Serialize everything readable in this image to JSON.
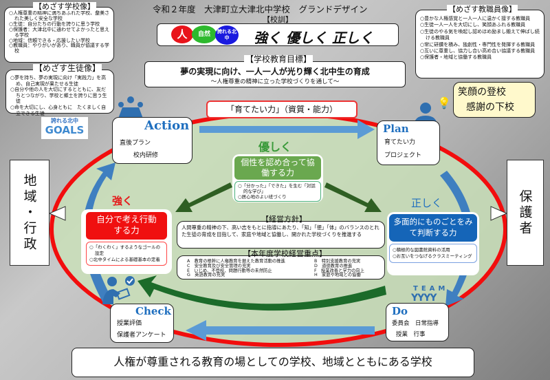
{
  "title": "令和２年度　大津町立大津北中学校　グランドデザイン",
  "school_image": {
    "label": "【めざす学校像】",
    "items": [
      "○人権尊重の精神に満ちあふれた学校、整美された美しく安全な学校",
      "○生徒：自分たちの行動を誇りに思う学校",
      "○保護者：大津北中に通わせてよかったと思える学校",
      "○地域：信頼できる・応援したい学校",
      "○教職員：やりがいがあり、職員が協議する学校"
    ]
  },
  "student_image": {
    "label": "【めざす生徒像】",
    "items": [
      "○夢を持ち、夢の実現に向け「実践力」を高め、自己実現が果たせる生徒",
      "○自分や他の人を大切にするとともに、友だちとつながり、学校と郷土を誇りに思う生徒",
      "○命を大切にし、心身ともに　たくましく自立できる生徒"
    ]
  },
  "teacher_image": {
    "label": "【めざす教職員像】",
    "items": [
      "○豊かな人権感覚と一人一人に温かく接する教職員",
      "○生徒一人一人を大切にし、笑顔あふれる教職員",
      "○生徒のやる気を喚起し認めほめ励まし鍛えて伸ばし続ける教職員",
      "○常に研鑽を積み、独創性・専門性を発揮する教職員",
      "○互いに尊重し、協力し合い高め合い協議する教職員",
      "○保護者・地域と協働する教職員"
    ]
  },
  "motto": {
    "label": "【校訓】",
    "circles": [
      "人",
      "自然",
      "誇れる北中"
    ],
    "text": "強く 優しく 正しく",
    "colors": [
      "#e8141b",
      "#2db92d",
      "#1a1adf"
    ]
  },
  "goal": {
    "label": "【学校教育目標】",
    "main": "夢の実現に向け、一人一人が光り輝く北中生の育成",
    "sub": "～人権尊重の精神に立った学校づくりを通して～"
  },
  "greeting": [
    "笑顔の登校",
    "感謝の下校"
  ],
  "ability_header": "「育てたい力」（資質・能力）",
  "goals_logo": {
    "top": "誇れる北中",
    "bottom": "GOALS"
  },
  "action": {
    "title": "Action",
    "items": [
      "直後プラン",
      "校内研修"
    ]
  },
  "plan": {
    "title": "Plan",
    "items": [
      "育てたい力",
      "プロジェクト"
    ]
  },
  "check": {
    "title": "Check",
    "items": [
      "授業評価",
      "保護者アンケート"
    ]
  },
  "do": {
    "title": "Do",
    "team": "TEAM",
    "items": [
      "委員会　日常指導",
      "授業　行事"
    ]
  },
  "left_side": "地域・行政",
  "right_side": "保護者",
  "kind": {
    "label": "優しく",
    "head": "個性を認め合って協働する力",
    "items": [
      "○「分かった」「できた」を生む「対話的な学び」",
      "○居心地のよい班づくり"
    ]
  },
  "strong": {
    "label": "強く",
    "head": "自分で考え行動する力",
    "items": [
      "○「わくわく」するようなゴールの設定",
      "○北中タイムによる基礎基本の定着"
    ]
  },
  "right": {
    "label": "正しく",
    "head": "多面的にものごとをみて判断する力",
    "items": [
      "○積極的な図書館資料の活用",
      "○お互いをつなげるクラスミーティング"
    ]
  },
  "policy": {
    "label": "【経営方針】",
    "text": "人間尊重の精神の下、高い志をもとに指導にあたり、「知」「徳」「体」のバランスのとれた生徒の育成を目指して、家庭や地域と協働し、開かれた学校づくりを推進する"
  },
  "priorities": {
    "label": "【本年度学校経営重点】",
    "items": [
      "A　教育の根幹に人権教育を据えた教育活動の推進",
      "B　特別支援教育の充実",
      "C　安全教育及び安全管理の充実",
      "D　道徳教育の推進",
      "E　いじめ、不登校、問題行動等の未然防止",
      "F　授業改善と学力の向上",
      "G　英語教育の充実",
      "H　家庭や地域との協働"
    ]
  },
  "bottom": "人権が尊重される教育の場としての学校、地域とともにある学校"
}
